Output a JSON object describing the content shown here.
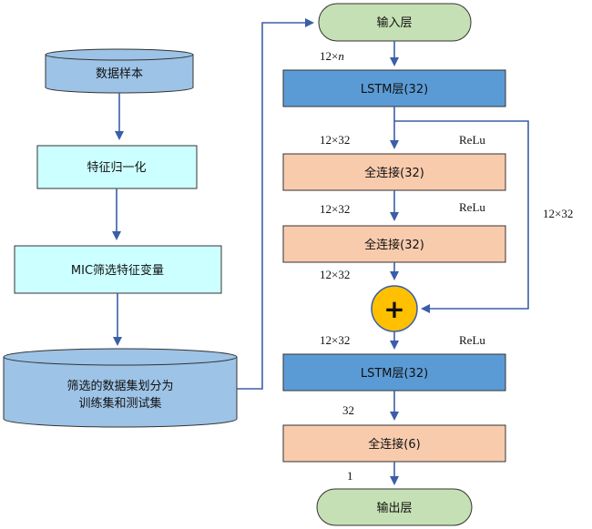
{
  "left_flow": {
    "data_sample": "数据样本",
    "normalize": "特征归一化",
    "mic_select": "MIC筛选特征变量",
    "dataset_split_line1": "筛选的数据集划分为",
    "dataset_split_line2": "训练集和测试集"
  },
  "right_flow": {
    "input_layer": "输入层",
    "lstm1": "LSTM层(32)",
    "fc1": "全连接(32)",
    "fc2": "全连接(32)",
    "add_symbol": "+",
    "lstm2": "LSTM层(32)",
    "fc3": "全连接(6)",
    "output_layer": "输出层"
  },
  "dim_labels": {
    "in_dim_prefix": "12×",
    "in_dim_var": "n",
    "lstm1_out": "12×32",
    "fc1_out": "12×32",
    "fc2_out": "12×32",
    "skip": "12×32",
    "add_out": "12×32",
    "lstm2_out": "32",
    "fc3_out": "1"
  },
  "activations": {
    "fc1_act": "ReLu",
    "fc2_act": "ReLu",
    "lstm2_act": "ReLu"
  },
  "colors": {
    "arrow": "#3a5ea8",
    "cylinder_fill": "#9dc3e6",
    "light_cyan": "#ccffff",
    "lstm_blue": "#5b9bd5",
    "salmon": "#f8cbad",
    "terminal_green": "#c5e0b4",
    "add_circle": "#ffc000"
  }
}
